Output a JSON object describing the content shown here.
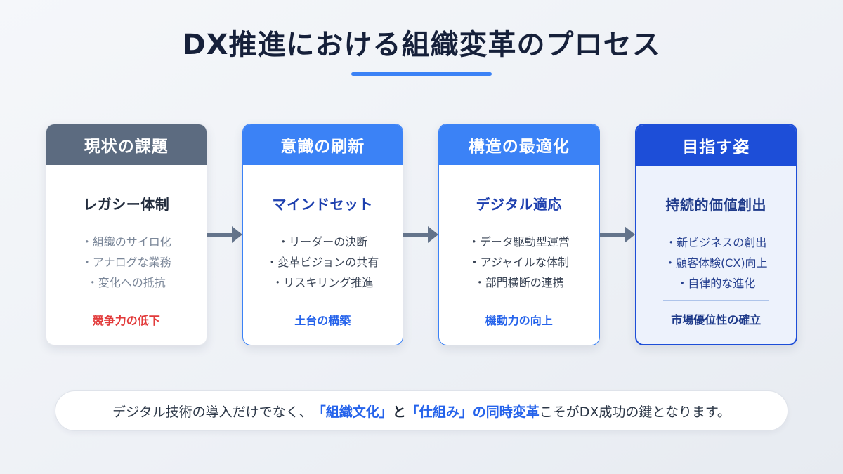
{
  "title": {
    "text": "DX推進における組織変革のプロセス"
  },
  "cards": [
    {
      "header": "現状の課題",
      "subtitle": "レガシー体制",
      "items": [
        "・組織のサイロ化",
        "・アナログな業務",
        "・変化への抵抗"
      ],
      "footer": "競争力の低下"
    },
    {
      "header": "意識の刷新",
      "subtitle": "マインドセット",
      "items": [
        "・リーダーの決断",
        "・変革ビジョンの共有",
        "・リスキリング推進"
      ],
      "footer": "土台の構築"
    },
    {
      "header": "構造の最適化",
      "subtitle": "デジタル適応",
      "items": [
        "・データ駆動型運営",
        "・アジャイルな体制",
        "・部門横断の連携"
      ],
      "footer": "機動力の向上"
    },
    {
      "header": "目指す姿",
      "subtitle": "持続的価値創出",
      "items": [
        "・新ビジネスの創出",
        "・顧客体験(CX)向上",
        "・自律的な進化"
      ],
      "footer": "市場優位性の確立"
    }
  ],
  "note": {
    "part1": "デジタル技術の導入だけでなく、",
    "highlight1": "「組織文化」",
    "connector": "と",
    "highlight2": "「仕組み」",
    "highlight3": "の同時変革",
    "part2": "こそがDX成功の鍵となります。"
  },
  "colors": {
    "accent_blue": "#3b82f6",
    "dark_blue": "#1d4ed8",
    "slate_gray": "#5c6b80",
    "alert_red": "#e23b3b",
    "arrow_gray": "#64748b",
    "highlight_text_blue": "#2563eb"
  }
}
